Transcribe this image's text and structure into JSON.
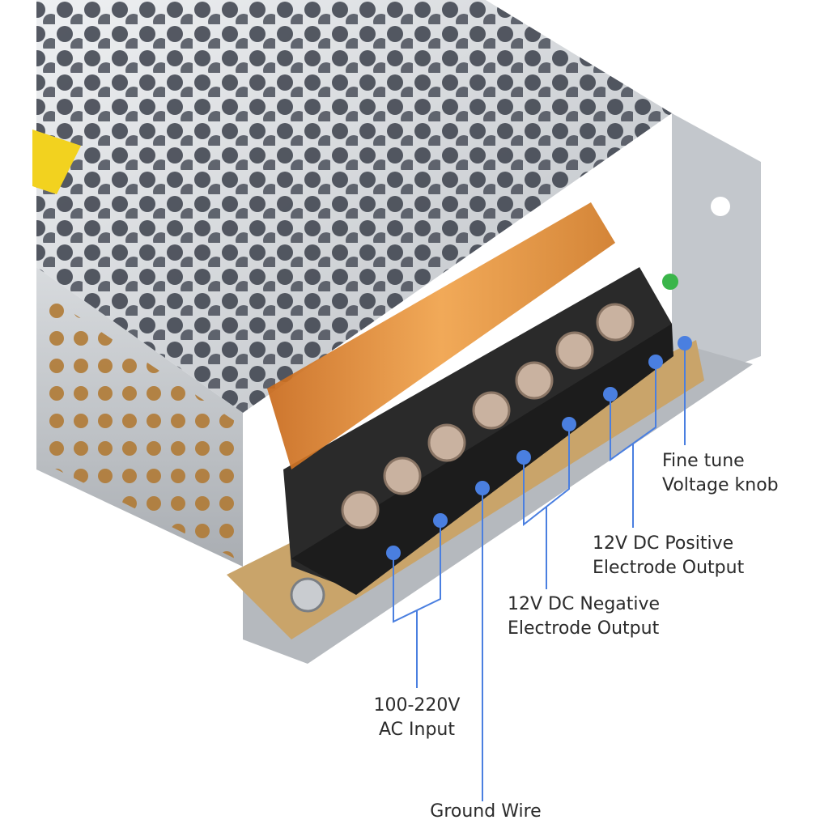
{
  "colors": {
    "callout": "#4a7fe0",
    "chassis": "#c9ccd0",
    "terminal": "#2a2a2a",
    "cover": "#e48a2a",
    "pcb": "#c9a46a"
  },
  "callouts": {
    "fine_tune": {
      "line1": "Fine tune",
      "line2": "Voltage knob"
    },
    "positive": {
      "line1": "12V DC Positive",
      "line2": "Electrode Output"
    },
    "negative": {
      "line1": "12V DC Negative",
      "line2": "Electrode Output"
    },
    "ac_input": {
      "line1": "100-220V",
      "line2": "AC Input"
    },
    "ground": {
      "line1": "Ground Wire"
    }
  },
  "icons": [
    "screw-terminal-icon",
    "callout-dot-icon"
  ]
}
